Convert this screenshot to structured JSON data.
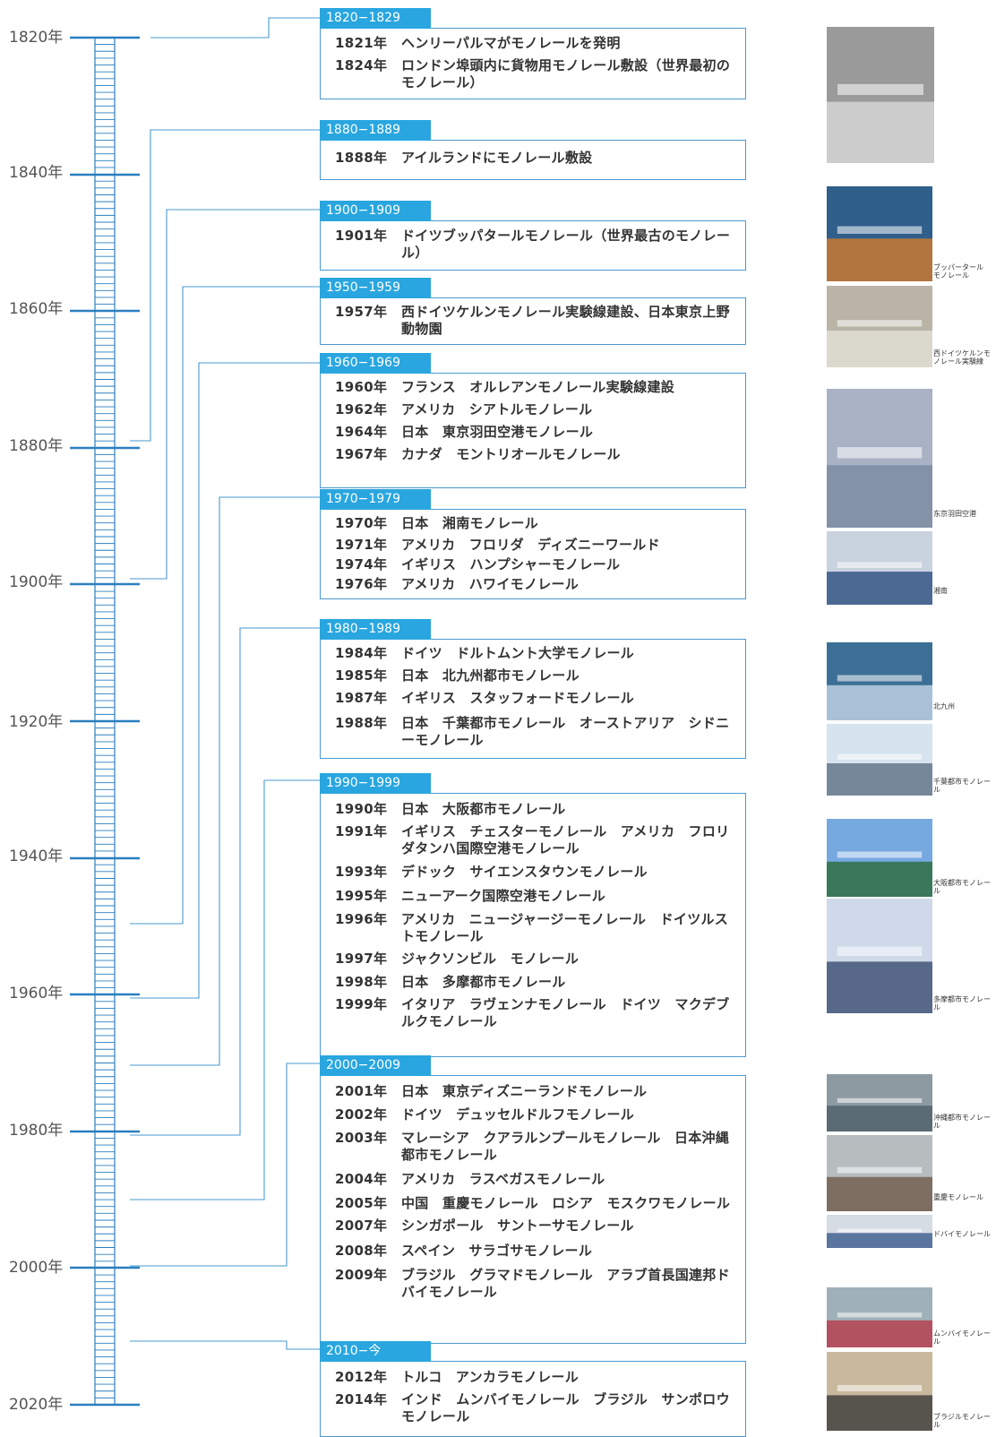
{
  "axis": {
    "year_labels": [
      "1820年",
      "1840年",
      "1860年",
      "1880年",
      "1900年",
      "1920年",
      "1940年",
      "1960年",
      "1980年",
      "2000年",
      "2020年"
    ]
  },
  "eras": [
    {
      "label": "1820−1829",
      "events": [
        {
          "year": "1821年",
          "text": "ヘンリーパルマがモノレールを発明"
        },
        {
          "year": "1824年",
          "text": "ロンドン埠頭内に貨物用モノレール敷設（世界最初のモノレール）"
        }
      ]
    },
    {
      "label": "1880−1889",
      "events": [
        {
          "year": "1888年",
          "text": "アイルランドにモノレール敷設"
        }
      ]
    },
    {
      "label": "1900−1909",
      "events": [
        {
          "year": "1901年",
          "text": "ドイツブッパタールモノレール（世界最古のモノレール）"
        }
      ]
    },
    {
      "label": "1950−1959",
      "events": [
        {
          "year": "1957年",
          "text": "西ドイツケルンモノレール実験線建設、日本東京上野動物園"
        }
      ]
    },
    {
      "label": "1960−1969",
      "events": [
        {
          "year": "1960年",
          "text": "フランス　オルレアンモノレール実験線建設"
        },
        {
          "year": "1962年",
          "text": "アメリカ　シアトルモノレール"
        },
        {
          "year": "1964年",
          "text": "日本　東京羽田空港モノレール"
        },
        {
          "year": "1967年",
          "text": "カナダ　モントリオールモノレール"
        }
      ]
    },
    {
      "label": "1970−1979",
      "events": [
        {
          "year": "1970年",
          "text": "日本　湘南モノレール"
        },
        {
          "year": "1971年",
          "text": "アメリカ　フロリダ　ディズニーワールド"
        },
        {
          "year": "1974年",
          "text": "イギリス　ハンプシャーモノレール"
        },
        {
          "year": "1976年",
          "text": "アメリカ　ハワイモノレール"
        }
      ]
    },
    {
      "label": "1980−1989",
      "events": [
        {
          "year": "1984年",
          "text": "ドイツ　ドルトムント大学モノレール"
        },
        {
          "year": "1985年",
          "text": "日本　北九州都市モノレール"
        },
        {
          "year": "1987年",
          "text": "イギリス　スタッフォードモノレール"
        },
        {
          "year": "1988年",
          "text": "日本　千葉都市モノレール　オーストアリア　シドニーモノレール"
        }
      ]
    },
    {
      "label": "1990−1999",
      "events": [
        {
          "year": "1990年",
          "text": "日本　大阪都市モノレール"
        },
        {
          "year": "1991年",
          "text": "イギリス　チェスターモノレール　アメリカ　フロリダタンハ国際空港モノレール"
        },
        {
          "year": "1993年",
          "text": "デドック　サイエンスタウンモノレール"
        },
        {
          "year": "1995年",
          "text": "ニューアーク国際空港モノレール"
        },
        {
          "year": "1996年",
          "text": "アメリカ　ニュージャージーモノレール　ドイツルストモノレール"
        },
        {
          "year": "1997年",
          "text": "ジャクソンビル　モノレール"
        },
        {
          "year": "1998年",
          "text": "日本　多摩都市モノレール"
        },
        {
          "year": "1999年",
          "text": "イタリア　ラヴェンナモノレール　ドイツ　マクデブルクモノレール"
        }
      ]
    },
    {
      "label": "2000−2009",
      "events": [
        {
          "year": "2001年",
          "text": "日本　東京ディズニーランドモノレール"
        },
        {
          "year": "2002年",
          "text": "ドイツ　デュッセルドルフモノレール"
        },
        {
          "year": "2003年",
          "text": "マレーシア　クアラルンプールモノレール　日本沖縄都市モノレール"
        },
        {
          "year": "2004年",
          "text": "アメリカ　ラスベガスモノレール"
        },
        {
          "year": "2005年",
          "text": "中国　重慶モノレール　ロシア　モスクワモノレール"
        },
        {
          "year": "2007年",
          "text": "シンガポール　サントーサモノレール"
        },
        {
          "year": "2008年",
          "text": "スペイン　サラゴサモノレール"
        },
        {
          "year": "2009年",
          "text": "ブラジル　グラマドモノレール　アラブ首長国連邦ドバイモノレール"
        }
      ]
    },
    {
      "label": "2010−今",
      "events": [
        {
          "year": "2012年",
          "text": "トルコ　アンカラモノレール"
        },
        {
          "year": "2014年",
          "text": "インド　ムンバイモノレール　ブラジル　サンポロウモノレール"
        }
      ]
    }
  ],
  "photos": [
    {
      "caption": ""
    },
    {
      "caption": "ブッパータール モノレール"
    },
    {
      "caption": "西ドイツケルンモノレール実験線"
    },
    {
      "caption": "东京羽田空港"
    },
    {
      "caption": "湘南"
    },
    {
      "caption": "北九州"
    },
    {
      "caption": "千葉都市モノレール"
    },
    {
      "caption": "大阪都市モノレール"
    },
    {
      "caption": "多摩都市モノレール"
    },
    {
      "caption": "沖縄都市モノレール"
    },
    {
      "caption": "重慶モノレール"
    },
    {
      "caption": "ドバイモノレール"
    },
    {
      "caption": "ムンバイモノレール"
    },
    {
      "caption": "ブラジルモノレール"
    }
  ],
  "colors": {
    "accent": "#29a6df",
    "line": "#4a99cf",
    "ruler": "#2a7fc0"
  }
}
